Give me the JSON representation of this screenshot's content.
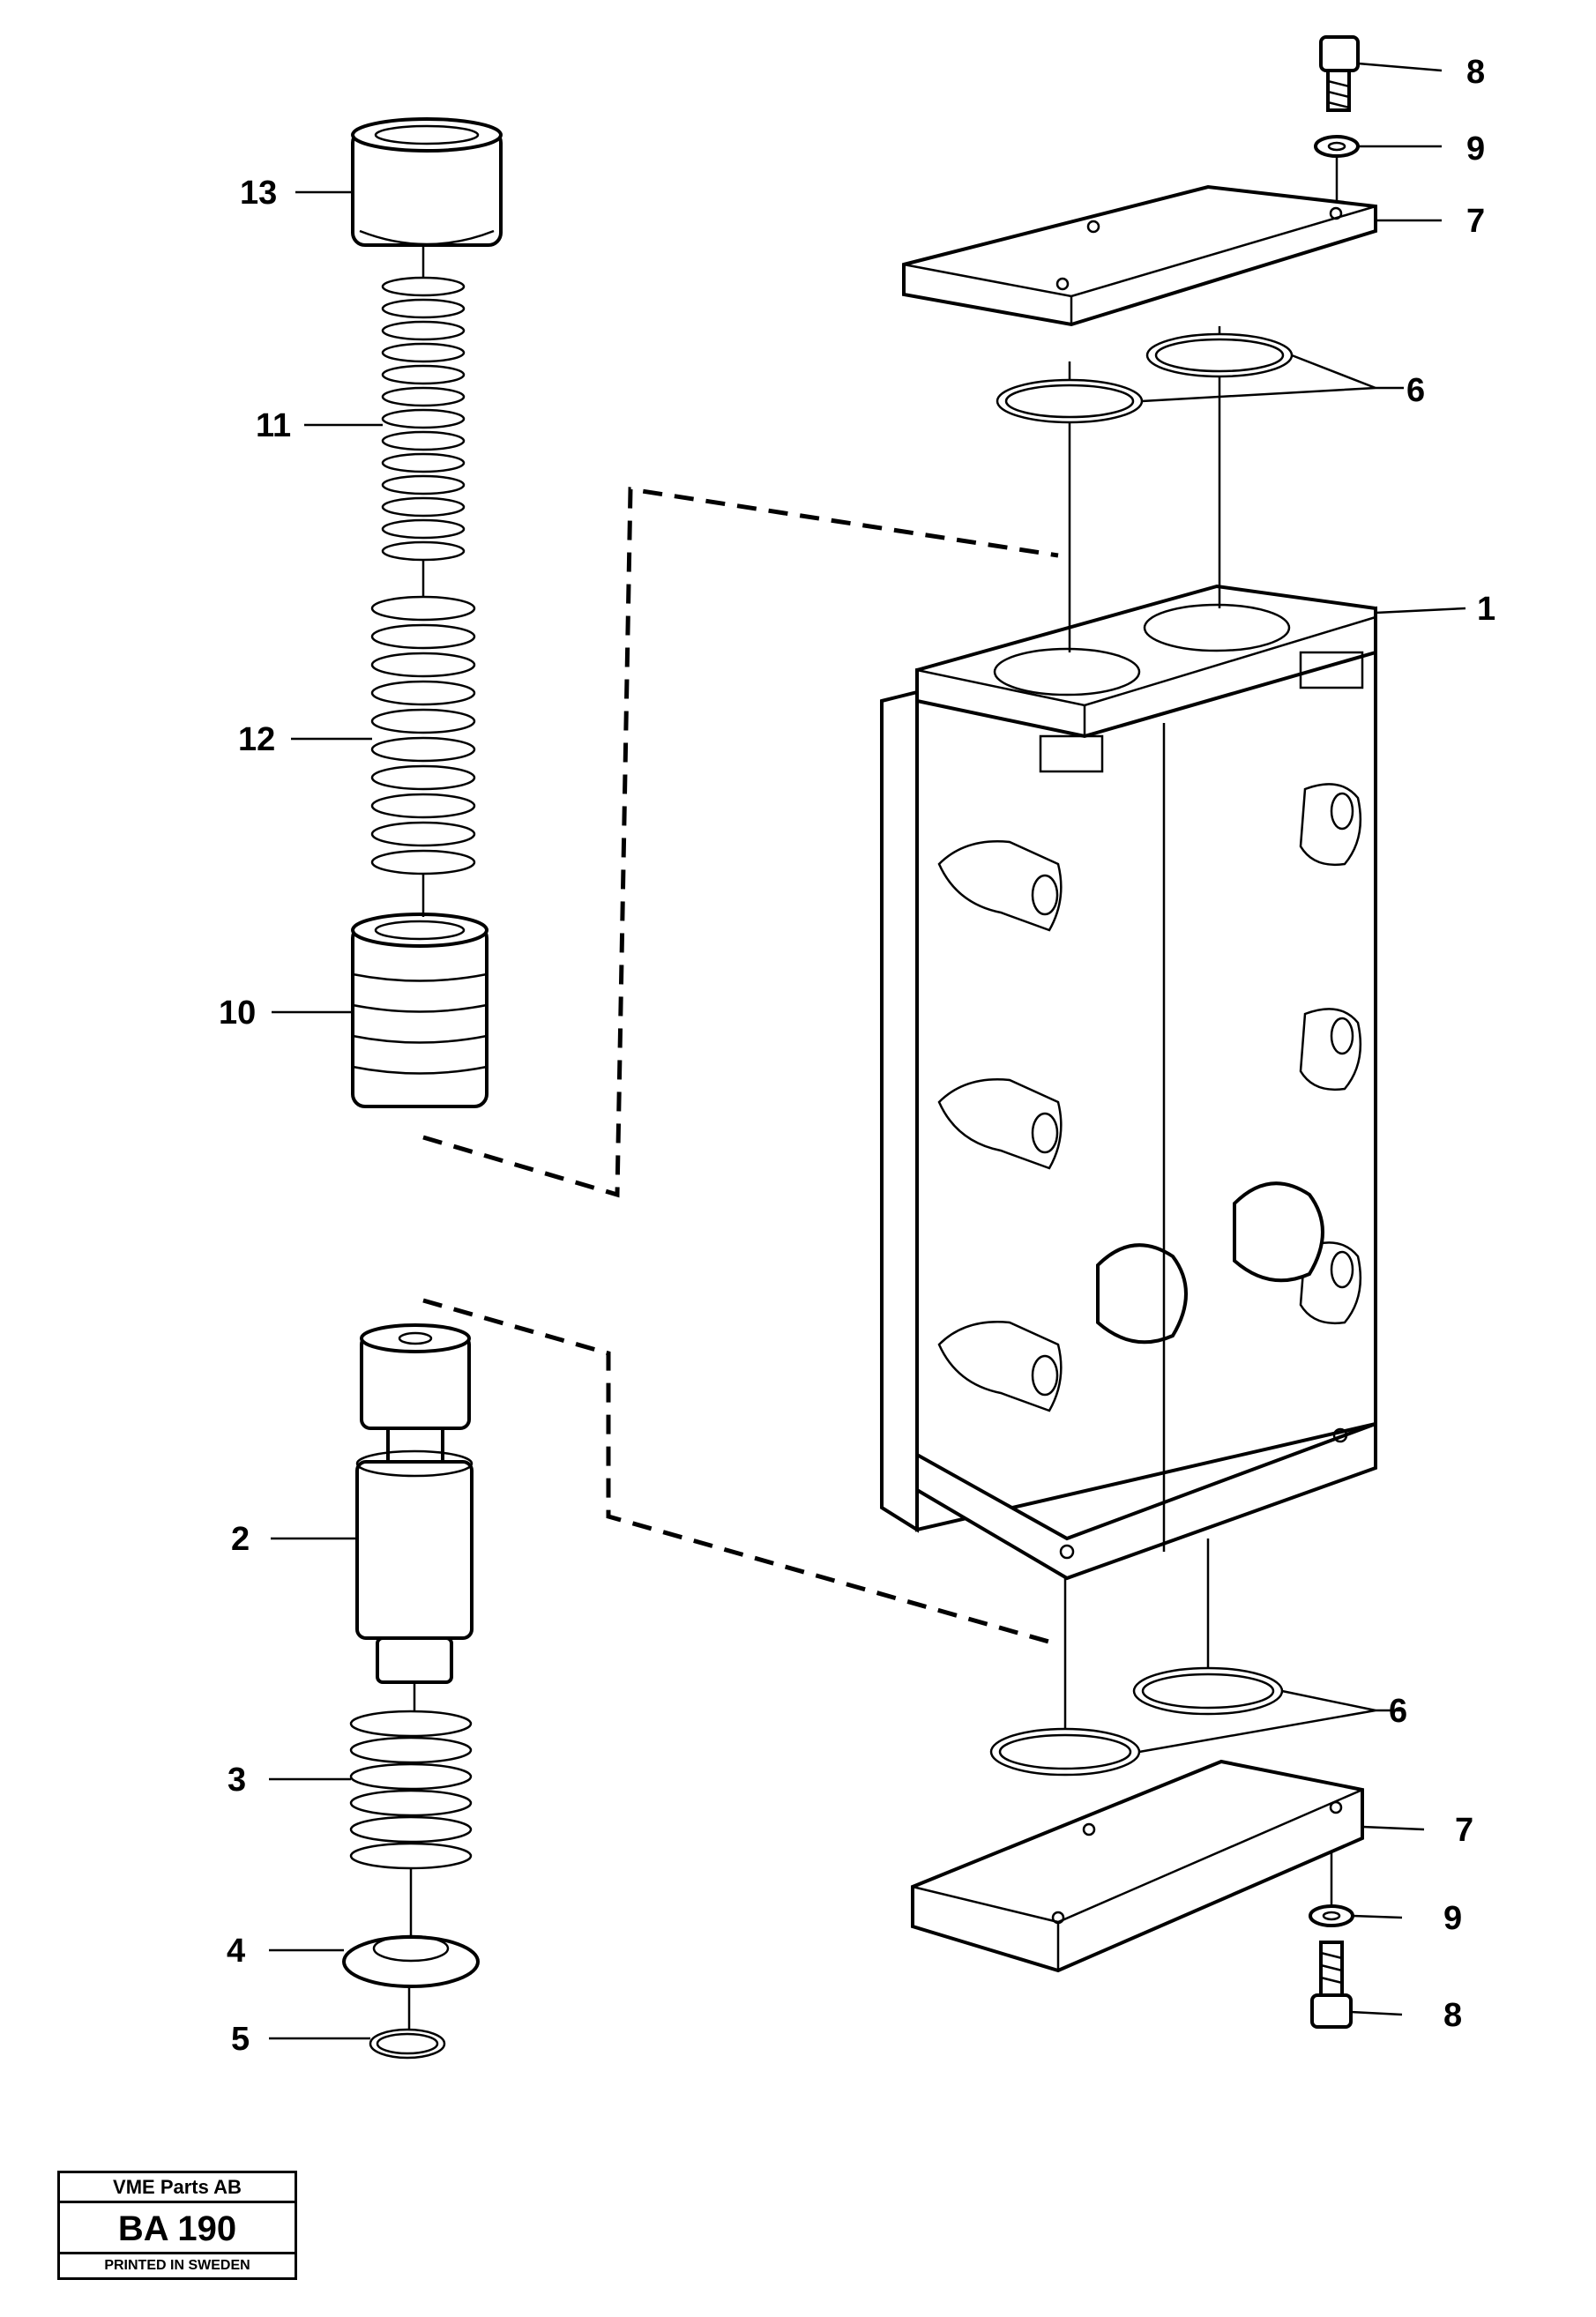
{
  "callouts": {
    "c13": "13",
    "c11": "11",
    "c12": "12",
    "c10": "10",
    "c2": "2",
    "c3": "3",
    "c4": "4",
    "c5": "5",
    "c8_top": "8",
    "c9_top": "9",
    "c7_top": "7",
    "c6_top": "6",
    "c1": "1",
    "c6_bottom": "6",
    "c7_bottom": "7",
    "c9_bottom": "9",
    "c8_bottom": "8"
  },
  "title_block": {
    "company": "VME Parts AB",
    "drawing_number": "BA 190",
    "printed": "PRINTED IN SWEDEN"
  }
}
